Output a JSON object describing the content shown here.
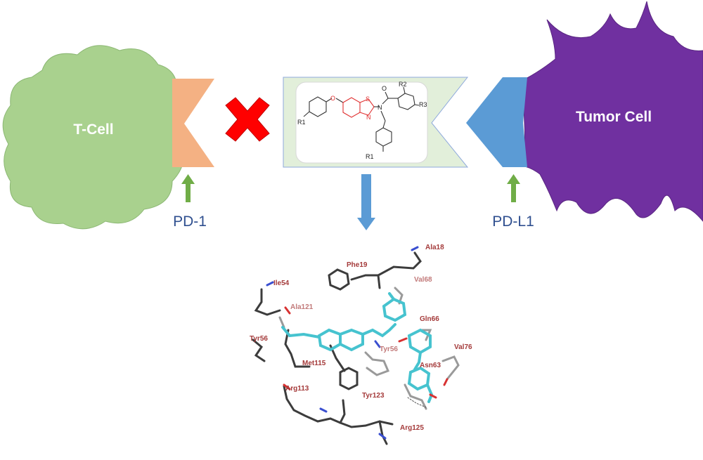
{
  "labels": {
    "t_cell": "T-Cell",
    "tumor_cell": "Tumor Cell",
    "pd1": "PD-1",
    "pdl1": "PD-L1"
  },
  "molecule": {
    "substituents": [
      "R1",
      "R2",
      "R3",
      "R1"
    ],
    "atoms": [
      "O",
      "S",
      "N",
      "N",
      "O"
    ]
  },
  "residues": {
    "ala18": "Ala18",
    "phe19": "Phe19",
    "val68": "Val68",
    "ile54": "Ile54",
    "ala121": "Ala121",
    "gln66": "Gln66",
    "tyr56_left": "Tyr56",
    "tyr56_mid": "Tyr56",
    "val76": "Val76",
    "met115": "Met115",
    "asn63": "Asn63",
    "arg113": "Arg113",
    "tyr123": "Tyr123",
    "arg125": "Arg125"
  },
  "colors": {
    "t_cell": "#a9d18e",
    "pd1": "#f4b183",
    "tumor_cell": "#7030a0",
    "pdl1": "#5b9bd5",
    "inhibitor_banner": "#e2efda",
    "block_mark": "#ff0000",
    "indicator_arrow": "#70ad47",
    "down_arrow": "#5b9bd5",
    "ligand_carbon": "#46c3cf",
    "protein_carbon": "#3c3c3c"
  },
  "icons": {
    "block": "x-mark",
    "pd1_pointer": "up-arrow",
    "pdl1_pointer": "up-arrow",
    "binding_pointer": "down-arrow"
  }
}
